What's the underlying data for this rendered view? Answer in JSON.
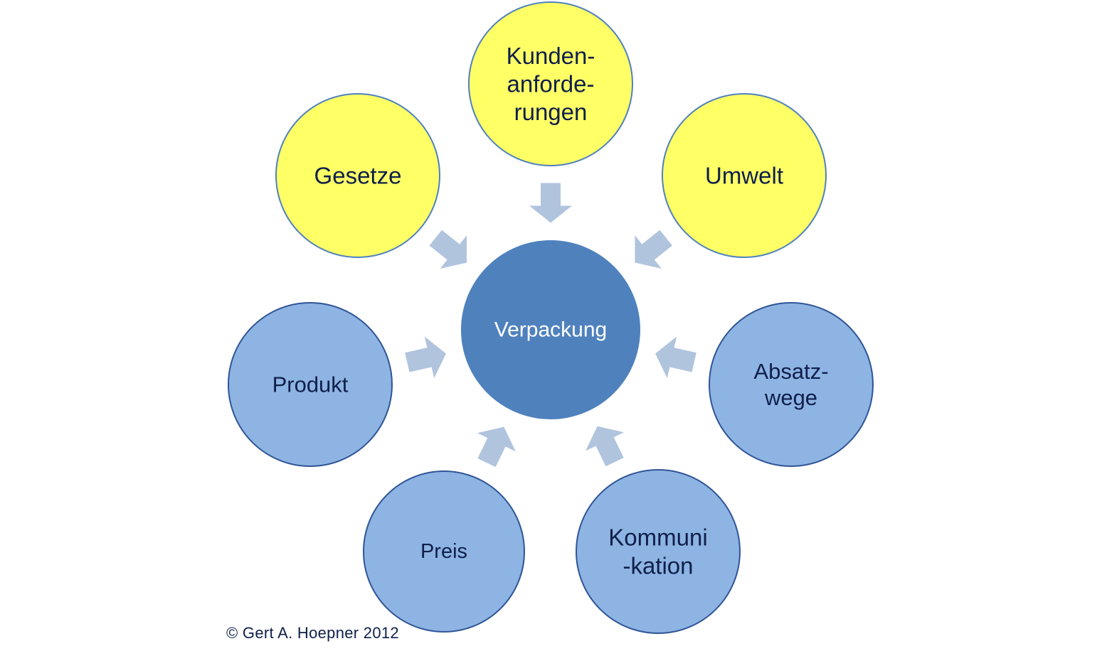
{
  "center": {
    "label": "Verpackung",
    "fill": "#4f81bd",
    "text_color": "#ffffff"
  },
  "nodes": [
    {
      "id": "kundenanforderungen",
      "lines": [
        "Kunden-",
        "anforde-",
        "rungen"
      ],
      "group": "yellow"
    },
    {
      "id": "umwelt",
      "lines": [
        "Umwelt"
      ],
      "group": "yellow"
    },
    {
      "id": "absatzwege",
      "lines": [
        "Absatz-",
        "wege"
      ],
      "group": "blue"
    },
    {
      "id": "kommunikation",
      "lines": [
        "Kommuni",
        "-kation"
      ],
      "group": "blue"
    },
    {
      "id": "preis",
      "lines": [
        "Preis"
      ],
      "group": "blue"
    },
    {
      "id": "produkt",
      "lines": [
        "Produkt"
      ],
      "group": "blue"
    },
    {
      "id": "gesetze",
      "lines": [
        "Gesetze"
      ],
      "group": "yellow"
    }
  ],
  "colors": {
    "yellow_fill": "#ffff66",
    "yellow_stroke": "#4f81bd",
    "blue_fill": "#8eb4e3",
    "blue_stroke": "#2f5597",
    "arrow_fill": "#b0c4de",
    "node_text": "#0f1f4a"
  },
  "copyright": "© Gert A. Hoepner 2012"
}
